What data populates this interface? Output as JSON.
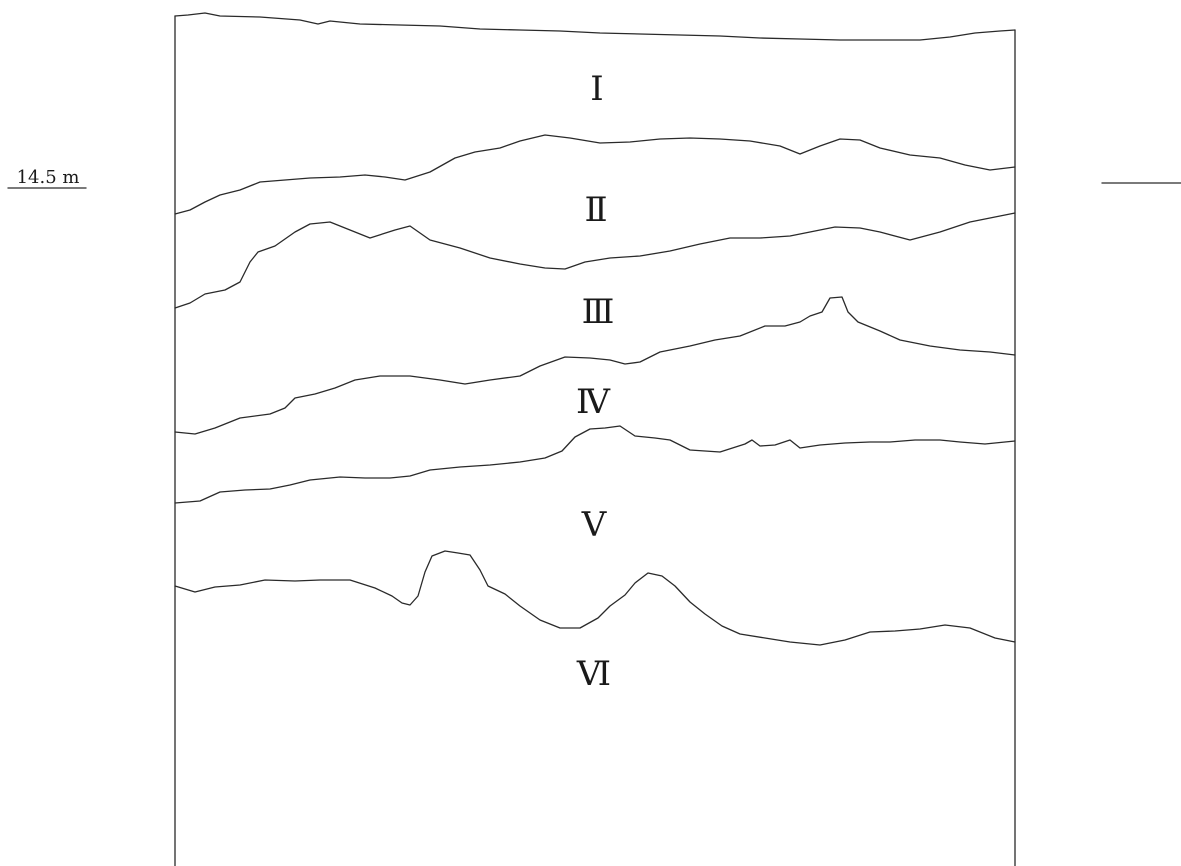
{
  "diagram": {
    "layers": [
      {
        "label": "Ⅰ"
      },
      {
        "label": "Ⅱ"
      },
      {
        "label": "Ⅲ"
      },
      {
        "label": "Ⅳ"
      },
      {
        "label": "Ⅴ"
      },
      {
        "label": "Ⅵ"
      }
    ],
    "scale_marker": {
      "label": "14.5 m"
    }
  }
}
